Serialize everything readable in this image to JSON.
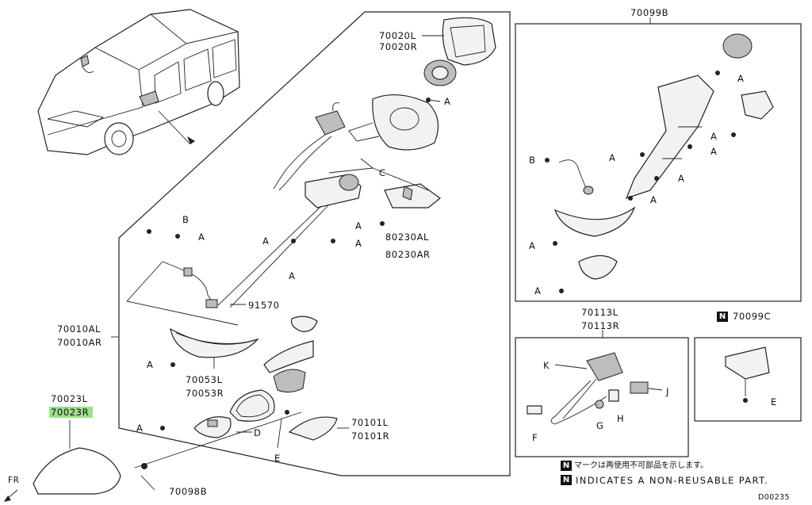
{
  "main_assembly": {
    "lbl_70020": [
      "70020L",
      "70020R"
    ],
    "lbl_80230": [
      "80230AL",
      "80230AR"
    ],
    "lbl_91570": "91570",
    "lbl_70010": [
      "70010AL",
      "70010AR"
    ],
    "lbl_70053": [
      "70053L",
      "70053R"
    ],
    "lbl_70101": [
      "70101L",
      "70101R"
    ],
    "letters": {
      "A": "A",
      "B": "B",
      "C": "C",
      "D": "D",
      "E": "E"
    }
  },
  "cover": {
    "lbl_70023": [
      "70023L",
      "70023R"
    ],
    "highlight_color": "#9be08a"
  },
  "lbl_70098B": "70098B",
  "fr_label": "FR",
  "box_70099B": {
    "title": "70099B",
    "letters": {
      "A": "A",
      "B": "B"
    }
  },
  "box_70113": {
    "title": [
      "70113L",
      "70113R"
    ],
    "letters": {
      "K": "K",
      "J": "J",
      "F": "F",
      "G": "G",
      "H": "H"
    }
  },
  "box_70099C": {
    "badge": "N",
    "title": "70099C",
    "letter_e": "E"
  },
  "notes": {
    "badge": "N",
    "jp": "マークは再使用不可部品を示します。",
    "en": "INDICATES A NON-REUSABLE PART."
  },
  "diagram_code": "D00235"
}
